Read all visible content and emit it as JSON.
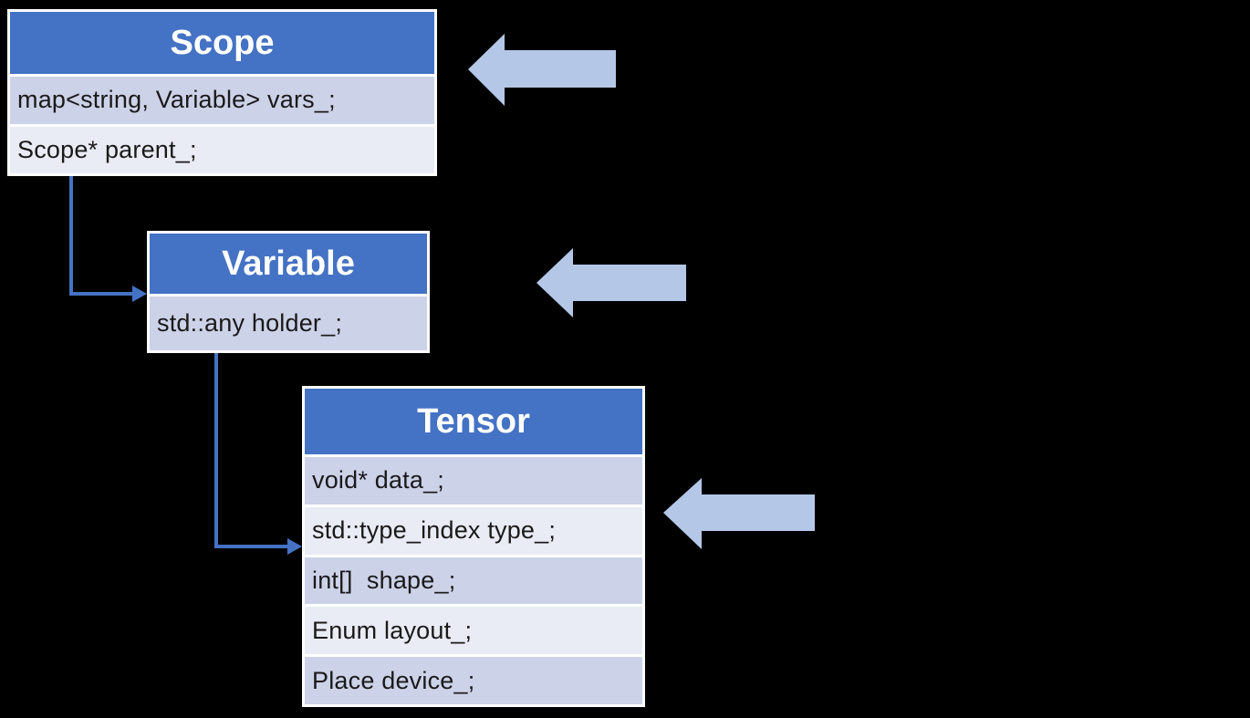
{
  "diagram": {
    "title": "class-structure-diagram",
    "colors": {
      "background": "#000000",
      "header_fill": "#4472C4",
      "row_dark": "#CCD2E8",
      "row_light": "#E9EBF5",
      "block_arrow": "#B4C7E7",
      "connector": "#4472C4",
      "header_text": "#FFFFFF",
      "field_text": "#1A1A1A"
    },
    "boxes": [
      {
        "title": "Scope",
        "fields": [
          "map<string, Variable> vars_;",
          "Scope* parent_;"
        ]
      },
      {
        "title": "Variable",
        "fields": [
          "std::any holder_;"
        ]
      },
      {
        "title": "Tensor",
        "fields": [
          "void* data_;",
          "std::type_index type_;",
          "int[]  shape_;",
          "Enum layout_;",
          "Place device_;"
        ]
      }
    ],
    "relations": [
      {
        "from": "Scope",
        "to": "Variable",
        "via_field": "Scope* parent_;"
      },
      {
        "from": "Variable",
        "to": "Tensor",
        "via_field": "std::any holder_;"
      }
    ],
    "annotations": [
      {
        "icon": "block-arrow-left-icon",
        "points_at": "Scope"
      },
      {
        "icon": "block-arrow-left-icon",
        "points_at": "Variable"
      },
      {
        "icon": "block-arrow-left-icon",
        "points_at": "Tensor"
      }
    ]
  }
}
